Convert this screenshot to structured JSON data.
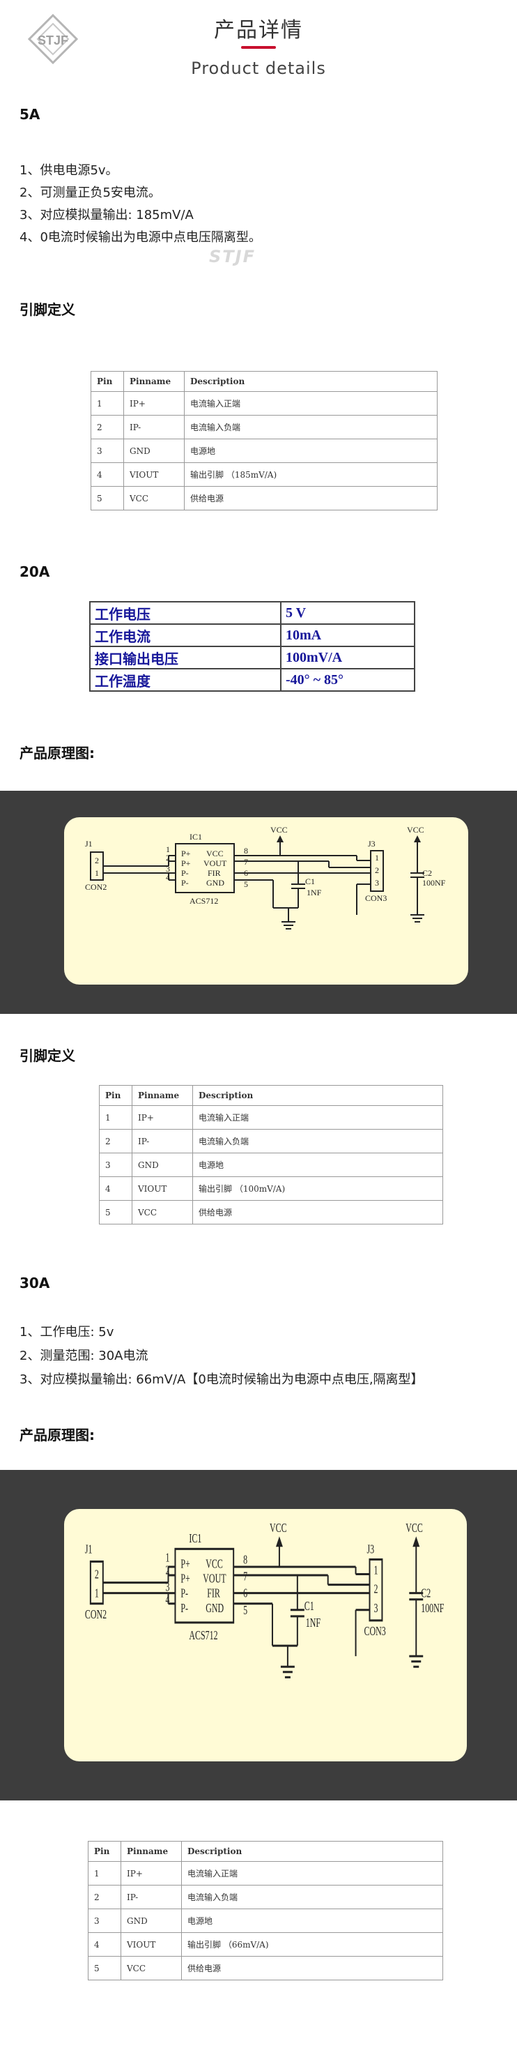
{
  "header": {
    "logo_text": "STJF",
    "title_cn": "产品详情",
    "title_en": "Product details"
  },
  "section_5a": {
    "heading": "5A",
    "lines": [
      "1、供电电源5v。",
      "2、可测量正负5安电流。",
      "3、对应模拟量输出: 185mV/A",
      "4、0电流时候输出为电源中点电压隔离型。"
    ],
    "watermark": "STJF",
    "pin_heading": "引脚定义",
    "pin_table": {
      "headers": [
        "Pin",
        "Pinname",
        "Description"
      ],
      "rows": [
        [
          "1",
          "IP+",
          "电流输入正端"
        ],
        [
          "2",
          "IP-",
          "电流输入负端"
        ],
        [
          "3",
          "GND",
          "电源地"
        ],
        [
          "4",
          "VIOUT",
          "输出引脚 （185mV/A)"
        ],
        [
          "5",
          "VCC",
          "供给电源"
        ]
      ]
    }
  },
  "section_20a": {
    "heading": "20A",
    "spec_table": [
      [
        "工作电压",
        "5 V"
      ],
      [
        "工作电流",
        "10mA"
      ],
      [
        "接口输出电压",
        "100mV/A"
      ],
      [
        "工作温度",
        "-40° ~ 85°"
      ]
    ],
    "schematic_heading": "产品原理图:",
    "pin_heading": "引脚定义",
    "pin_table": {
      "headers": [
        "Pin",
        "Pinname",
        "Description"
      ],
      "rows": [
        [
          "1",
          "IP+",
          "电流输入正端"
        ],
        [
          "2",
          "IP-",
          "电流输入负端"
        ],
        [
          "3",
          "GND",
          "电源地"
        ],
        [
          "4",
          "VIOUT",
          "输出引脚 （100mV/A)"
        ],
        [
          "5",
          "VCC",
          "供给电源"
        ]
      ]
    }
  },
  "section_30a": {
    "heading": "30A",
    "lines": [
      "1、工作电压: 5v",
      "2、测量范围: 30A电流",
      "3、对应模拟量输出: 66mV/A【0电流时候输出为电源中点电压,隔离型】"
    ],
    "schematic_heading": "产品原理图:",
    "pin_table": {
      "headers": [
        "Pin",
        "Pinname",
        "Description"
      ],
      "rows": [
        [
          "1",
          "IP+",
          "电流输入正端"
        ],
        [
          "2",
          "IP-",
          "电流输入负端"
        ],
        [
          "3",
          "GND",
          "电源地"
        ],
        [
          "4",
          "VIOUT",
          "输出引脚 （66mV/A)"
        ],
        [
          "5",
          "VCC",
          "供给电源"
        ]
      ]
    }
  },
  "schematic": {
    "j1": "J1",
    "con2": "CON2",
    "ic1": "IC1",
    "ic_name": "ACS712",
    "pins_left": [
      "P+",
      "P+",
      "P-",
      "P-"
    ],
    "pins_right": [
      "VCC",
      "VOUT",
      "FIR",
      "GND"
    ],
    "num_left": [
      "1",
      "2",
      "3",
      "4"
    ],
    "num_right": [
      "8",
      "7",
      "6",
      "5"
    ],
    "vcc": "VCC",
    "c1": "C1",
    "c1_val": "1NF",
    "j3": "J3",
    "con3": "CON3",
    "j3_pins": [
      "1",
      "2",
      "3"
    ],
    "c2": "C2",
    "c2_val": "100NF",
    "j1_pins": [
      "2",
      "1"
    ]
  },
  "colors": {
    "accent_red": "#c8102e",
    "spec_blue": "#17179a",
    "board": "#fffbd6",
    "dark_bg": "#3d3d3d"
  }
}
